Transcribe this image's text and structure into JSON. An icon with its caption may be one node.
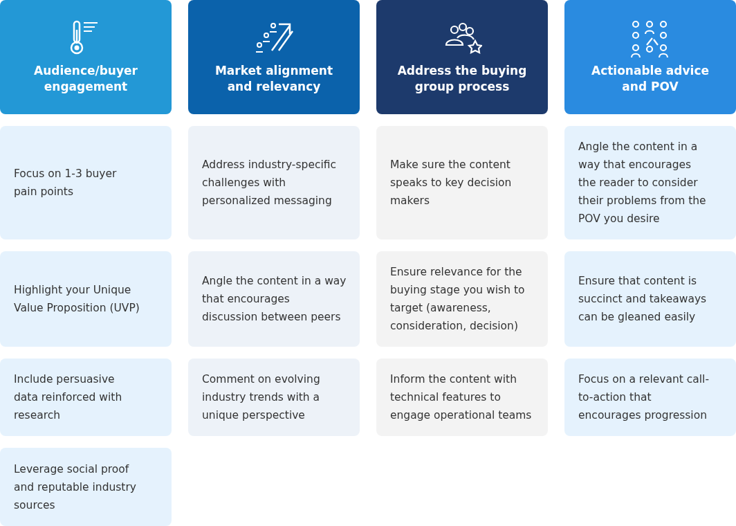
{
  "diagram": {
    "nodes": [
      {
        "text": [
          "Audience/buyer engagement"
        ]
      },
      {
        "text": [
          "Market alignment and relevancy"
        ]
      },
      {
        "text": [
          "Address the buying group process"
        ]
      },
      {
        "text": [
          "Actionable advice and POV"
        ]
      },
      {
        "text": [
          "Focus on 1-3 buyer pain points"
        ]
      },
      {
        "text": [
          "Address industry-specific challenges with personalized messaging"
        ]
      },
      {
        "text": [
          "Make sure the content speaks to key decision makers"
        ]
      },
      {
        "text": [
          "Angle the content in a way that encourages the reader to consider their problems from the POV you desire"
        ]
      },
      {
        "text": [
          "Highlight your Unique Value Proposition (UVP)"
        ]
      },
      {
        "text": [
          "Angle the content in a way that encourages discussion between peers"
        ]
      },
      {
        "text": [
          "Ensure relevance for the buying stage you wish to target (awareness, consideration, decision)"
        ]
      },
      {
        "text": [
          "Ensure that content is succinct and takeaways can be gleaned easily"
        ]
      },
      {
        "text": [
          "Include persuasive data reinforced with research"
        ]
      },
      {
        "text": [
          "Comment on evolving industry trends with a unique perspective"
        ]
      },
      {
        "text": [
          "Inform the content with technical features to engage operational teams"
        ]
      },
      {
        "text": [
          "Focus on a relevant call-to-action that encourages progression"
        ]
      },
      {
        "text": [
          "Leverage social proof and reputable industry sources"
        ]
      }
    ],
    "edges": []
  }
}
